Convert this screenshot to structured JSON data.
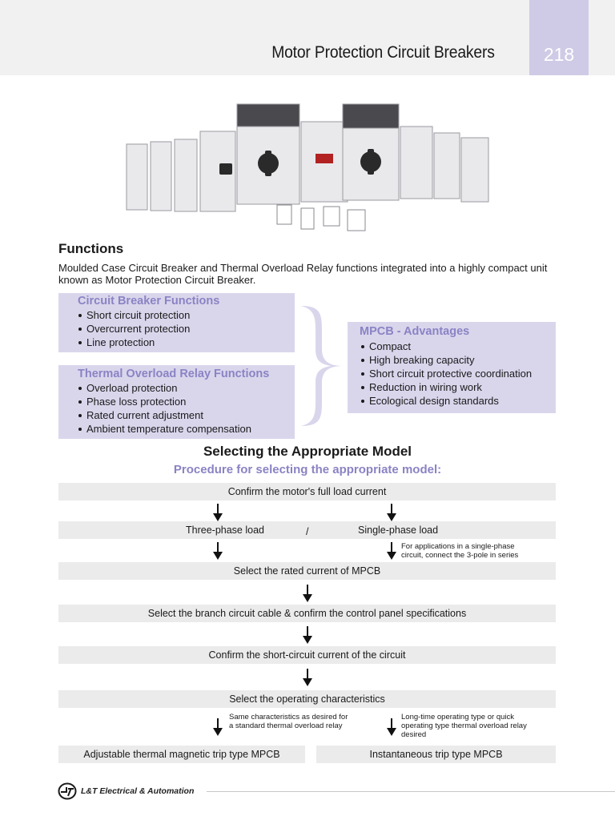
{
  "header": {
    "title": "Motor Protection Circuit Breakers",
    "page_number": "218"
  },
  "functions": {
    "heading": "Functions",
    "intro": "Moulded Case Circuit Breaker and Thermal Overload Relay functions integrated into a highly compact unit known as Motor Protection Circuit Breaker."
  },
  "circuit_breaker": {
    "title": "Circuit Breaker Functions",
    "items": [
      "Short circuit protection",
      "Overcurrent protection",
      "Line protection"
    ]
  },
  "thermal_overload": {
    "title": "Thermal Overload Relay Functions",
    "items": [
      "Overload protection",
      "Phase loss protection",
      "Rated current adjustment",
      "Ambient temperature compensation"
    ]
  },
  "advantages": {
    "title": "MPCB - Advantages",
    "items": [
      "Compact",
      "High breaking capacity",
      "Short circuit protective coordination",
      "Reduction in wiring work",
      "Ecological design standards"
    ]
  },
  "selection": {
    "title": "Selecting the Appropriate Model",
    "subtitle": "Procedure for selecting the appropriate model:",
    "step1": "Confirm the motor's full load current",
    "three_phase": "Three-phase load",
    "slash": "/",
    "single_phase": "Single-phase load",
    "single_phase_note": "For applications in a single-phase circuit, connect the 3-pole in series",
    "step2": "Select the rated current of MPCB",
    "step3": "Select the branch circuit cable & confirm the control panel specifications",
    "step4": "Confirm the short-circuit current of the circuit",
    "step5": "Select the operating characteristics",
    "note_left": "Same characteristics as desired for a standard thermal overload relay",
    "note_right": "Long-time operating type or quick operating type thermal overload relay desired",
    "result_left": "Adjustable thermal magnetic trip type MPCB",
    "result_right": "Instantaneous trip type MPCB"
  },
  "footer": {
    "brand": "L&T Electrical & Automation"
  },
  "colors": {
    "accent": "#8a83c4",
    "box_fill": "#d9d6ec",
    "page_tab": "#cfcbe6",
    "band_fill": "#ebebeb"
  }
}
